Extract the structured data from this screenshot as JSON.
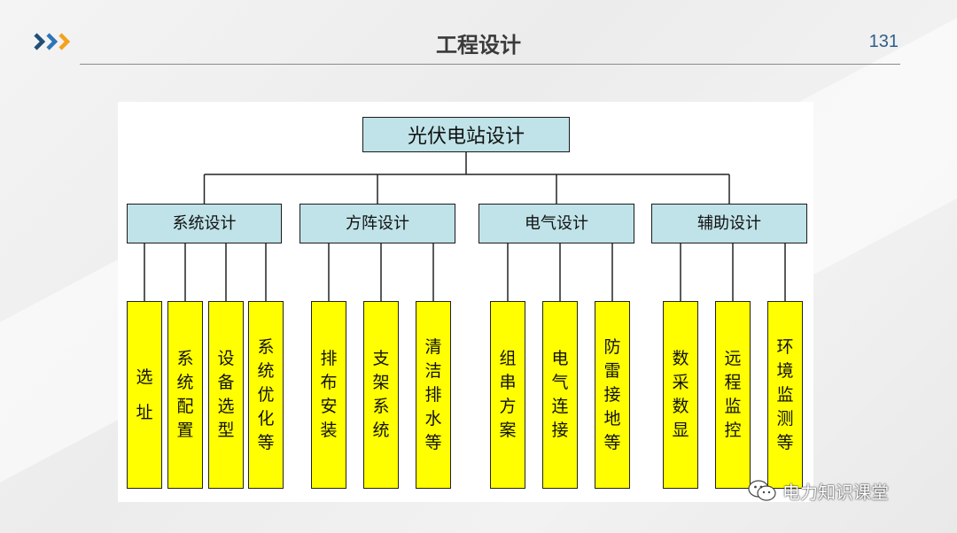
{
  "header": {
    "title": "工程设计",
    "page_number": "131",
    "arrow_colors": [
      "#1f4e79",
      "#2e75b6",
      "#f4a21d"
    ]
  },
  "diagram": {
    "root": "光伏电站设计",
    "categories": [
      {
        "label": "系统设计",
        "leaves": [
          "选址",
          "系统配置",
          "设备选型",
          "系统优化等"
        ]
      },
      {
        "label": "方阵设计",
        "leaves": [
          "排布安装",
          "支架系统",
          "清洁排水等"
        ]
      },
      {
        "label": "电气设计",
        "leaves": [
          "组串方案",
          "电气连接",
          "防雷接地等"
        ]
      },
      {
        "label": "辅助设计",
        "leaves": [
          "数采数显",
          "远程监控",
          "环境监测等"
        ]
      }
    ]
  },
  "watermark": {
    "text": "电力知识课堂"
  },
  "colors": {
    "category_fill": "#bfe3e8",
    "leaf_fill": "#ffff00",
    "border": "#1a1a1a"
  }
}
